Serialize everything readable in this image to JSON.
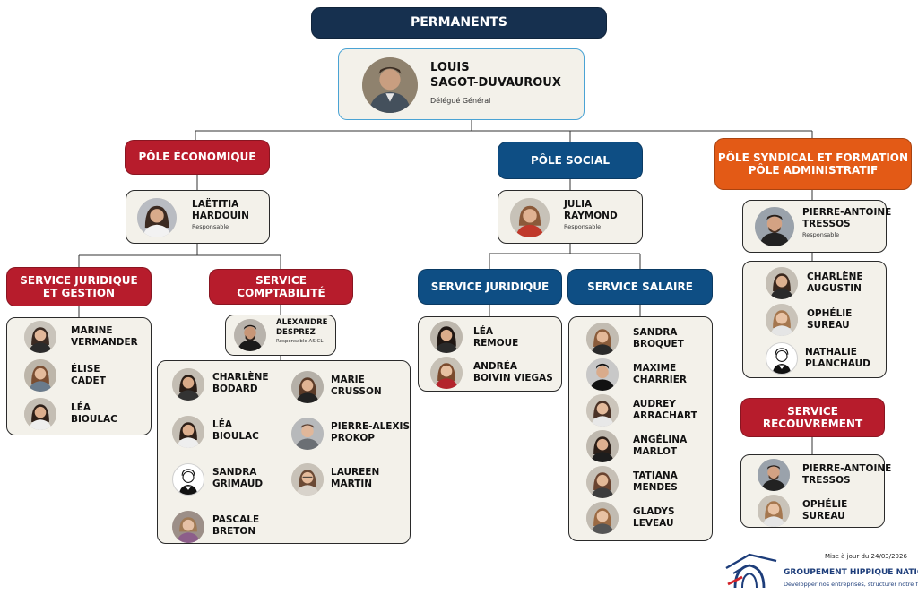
{
  "header": {
    "title": "PERMANENTS"
  },
  "director": {
    "first": "LOUIS",
    "last": "SAGOT-DUVAUROUX",
    "role": "Délégué Général"
  },
  "poles": {
    "eco": "PÔLE ÉCONOMIQUE",
    "social": "PÔLE SOCIAL",
    "syndical_1": "PÔLE SYNDICAL ET FORMATION",
    "syndical_2": "PÔLE ADMINISTRATIF"
  },
  "heads": {
    "eco": {
      "first": "LAËTITIA",
      "last": "HARDOUIN",
      "role": "Responsable"
    },
    "social": {
      "first": "JULIA",
      "last": "RAYMOND",
      "role": "Responsable"
    },
    "syndical": {
      "first": "PIERRE-ANTOINE",
      "last": "TRESSOS",
      "role": "Responsable"
    }
  },
  "services": {
    "juridique_gestion_1": "SERVICE JURIDIQUE",
    "juridique_gestion_2": "ET GESTION",
    "comptabilite": "SERVICE COMPTABILITÉ",
    "juridique": "SERVICE JURIDIQUE",
    "salaire": "SERVICE SALAIRE",
    "recouvrement": "SERVICE RECOUVREMENT"
  },
  "compta_head": {
    "first": "ALEXANDRE",
    "last": "DESPREZ",
    "role": "Responsable AS CL"
  },
  "teams": {
    "juridique_gestion": [
      {
        "first": "MARINE",
        "last": "VERMANDER"
      },
      {
        "first": "ÉLISE",
        "last": "CADET"
      },
      {
        "first": "LÉA",
        "last": "BIOULAC"
      }
    ],
    "comptabilite": [
      {
        "first": "CHARLÈNE",
        "last": "BODARD"
      },
      {
        "first": "LÉA",
        "last": "BIOULAC"
      },
      {
        "first": "SANDRA",
        "last": "GRIMAUD"
      },
      {
        "first": "PASCALE",
        "last": "BRETON"
      },
      {
        "first": "MARIE",
        "last": "CRUSSON"
      },
      {
        "first": "PIERRE-ALEXIS",
        "last": "PROKOP"
      },
      {
        "first": "LAUREEN",
        "last": "MARTIN"
      }
    ],
    "juridique": [
      {
        "first": "LÉA",
        "last": "REMOUE"
      },
      {
        "first": "ANDRÉA",
        "last": "BOIVIN VIEGAS"
      }
    ],
    "salaire": [
      {
        "first": "SANDRA",
        "last": "BROQUET"
      },
      {
        "first": "MAXIME",
        "last": "CHARRIER"
      },
      {
        "first": "AUDREY",
        "last": "ARRACHART"
      },
      {
        "first": "ANGÉLINA",
        "last": "MARLOT"
      },
      {
        "first": "TATIANA",
        "last": "MENDES"
      },
      {
        "first": "GLADYS",
        "last": "LEVEAU"
      }
    ],
    "syndical": [
      {
        "first": "CHARLÈNE",
        "last": "AUGUSTIN"
      },
      {
        "first": "OPHÉLIE",
        "last": "SUREAU"
      },
      {
        "first": "NATHALIE",
        "last": "PLANCHAUD"
      }
    ],
    "recouvrement": [
      {
        "first": "PIERRE-ANTOINE",
        "last": "TRESSOS"
      },
      {
        "first": "OPHÉLIE",
        "last": "SUREAU"
      }
    ]
  },
  "footer": {
    "updated": "Mise à jour du 24/03/2026",
    "org": "GROUPEMENT HIPPIQUE NATIONAL",
    "tagline": "Développer nos entreprises, structurer notre filière"
  }
}
